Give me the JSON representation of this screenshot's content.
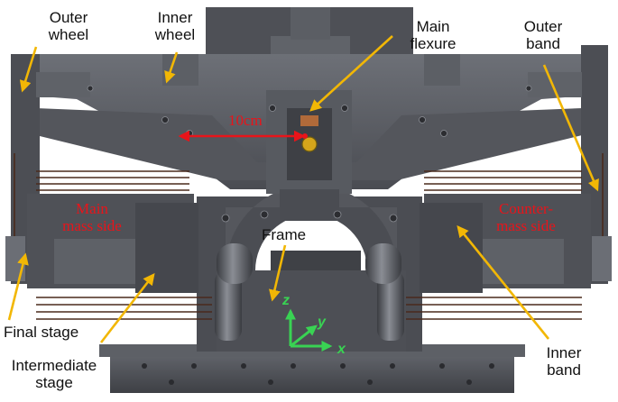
{
  "labels": {
    "outer_wheel": "Outer\nwheel",
    "inner_wheel": "Inner\nwheel",
    "main_flexure": "Main\nflexure",
    "outer_band": "Outer\nband",
    "frame": "Frame",
    "final_stage": "Final stage",
    "intermediate_stage": "Intermediate\nstage",
    "inner_band": "Inner\nband",
    "main_mass_side": "Main\nmass side",
    "counter_mass_side": "Counter-\nmass side",
    "scale": "10cm"
  },
  "axes": {
    "x": "x",
    "y": "y",
    "z": "z"
  },
  "colors": {
    "arrow": "#f2b705",
    "scale": "#e8141a",
    "axes": "#39d353",
    "metal_dark": "#3d3f44",
    "metal_mid": "#5a5c62",
    "metal_light": "#7d8087",
    "band": "#4a2a1c"
  }
}
